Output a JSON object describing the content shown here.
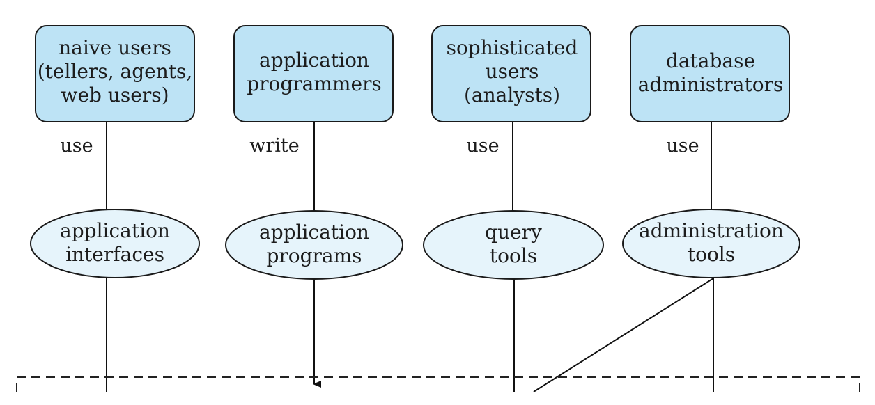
{
  "colors": {
    "user_box_fill": "#bde3f5",
    "tool_fill": "#e6f4fb",
    "line": "#111111"
  },
  "users": [
    {
      "id": "naive",
      "lines": [
        "naive users",
        "(tellers, agents,",
        "web users)"
      ],
      "verb": "use"
    },
    {
      "id": "programmers",
      "lines": [
        "application",
        "programmers"
      ],
      "verb": "write"
    },
    {
      "id": "sophisticated",
      "lines": [
        "sophisticated",
        "users",
        "(analysts)"
      ],
      "verb": "use"
    },
    {
      "id": "dba",
      "lines": [
        "database",
        "administrators"
      ],
      "verb": "use"
    }
  ],
  "tools": [
    {
      "id": "app-interfaces",
      "lines": [
        "application",
        "interfaces"
      ]
    },
    {
      "id": "app-programs",
      "lines": [
        "application",
        "programs"
      ]
    },
    {
      "id": "query-tools",
      "lines": [
        "query",
        "tools"
      ]
    },
    {
      "id": "admin-tools",
      "lines": [
        "administration",
        "tools"
      ]
    }
  ]
}
